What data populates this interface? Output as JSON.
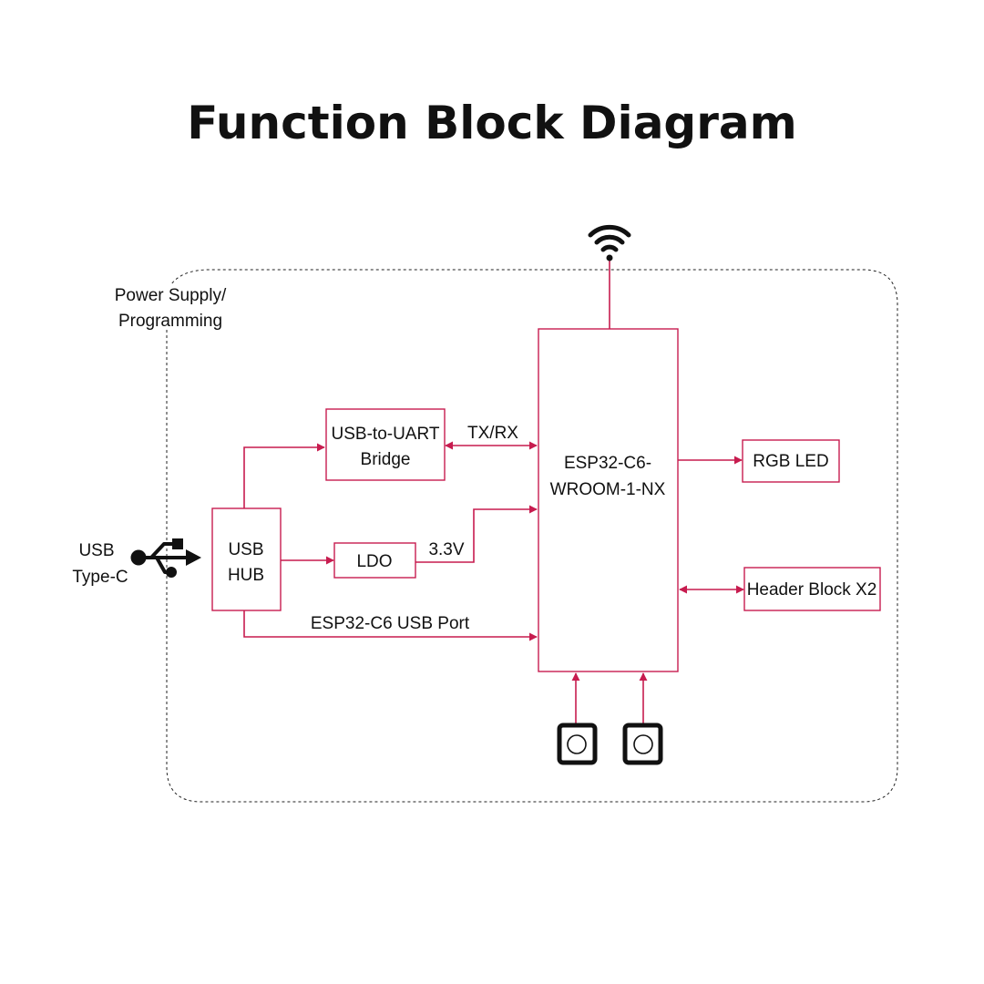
{
  "title": "Function Block Diagram",
  "colors": {
    "accent": "#c71c4f",
    "text": "#111111",
    "boundary": "#222222"
  },
  "boundary": {
    "label_line1": "Power Supply/",
    "label_line2": "Programming"
  },
  "blocks": {
    "usb_hub": {
      "line1": "USB",
      "line2": "HUB"
    },
    "uart_bridge": {
      "line1": "USB-to-UART",
      "line2": "Bridge"
    },
    "ldo": {
      "label": "LDO"
    },
    "esp32": {
      "line1": "ESP32-C6-",
      "line2": "WROOM-1-NX"
    },
    "rgb_led": {
      "label": "RGB LED"
    },
    "header_block": {
      "label": "Header Block X2"
    }
  },
  "signals": {
    "tx_rx": "TX/RX",
    "power": "3.3V",
    "usb_port": "ESP32-C6 USB Port"
  },
  "usb_connector": {
    "line1": "USB",
    "line2": "Type-C",
    "icon": "usb-icon"
  },
  "antenna": {
    "icon": "wifi-icon"
  },
  "buttons": [
    {
      "icon": "push-button-icon"
    },
    {
      "icon": "push-button-icon"
    }
  ]
}
